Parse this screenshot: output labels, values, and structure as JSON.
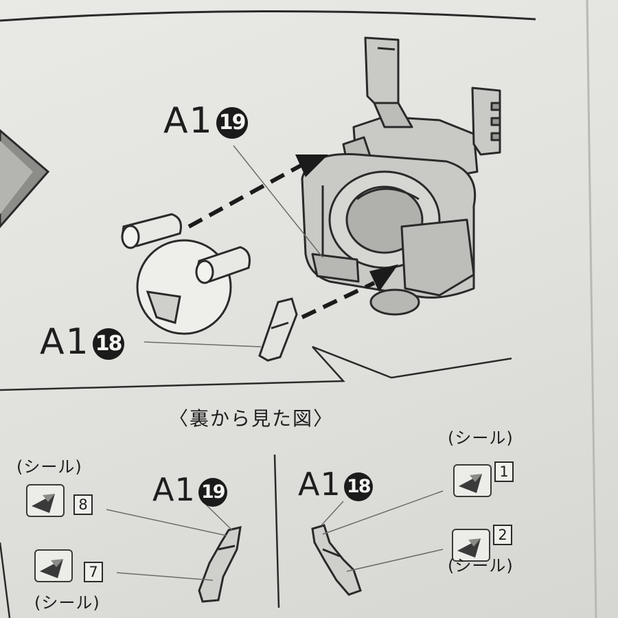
{
  "step": {
    "labels": {
      "part_a1_19": {
        "prefix": "A1",
        "number": "19"
      },
      "part_a1_18": {
        "prefix": "A1",
        "number": "18"
      }
    }
  },
  "back_view": {
    "heading": "〈裏から見た図〉",
    "left_panel": {
      "part": {
        "prefix": "A1",
        "number": "19"
      },
      "sticker_note_top": "(シール)",
      "sticker_note_bottom": "(シール)",
      "stickers": [
        {
          "number": "8"
        },
        {
          "number": "7"
        }
      ]
    },
    "right_panel": {
      "part": {
        "prefix": "A1",
        "number": "18"
      },
      "sticker_note_top": "(シール)",
      "sticker_note_bottom": "(シール)",
      "stickers": [
        {
          "number": "1"
        },
        {
          "number": "2"
        }
      ]
    }
  },
  "colors": {
    "ink": "#1e1e1e",
    "paper": "#e6e6e2",
    "part_fill": "#c9c9c5"
  }
}
